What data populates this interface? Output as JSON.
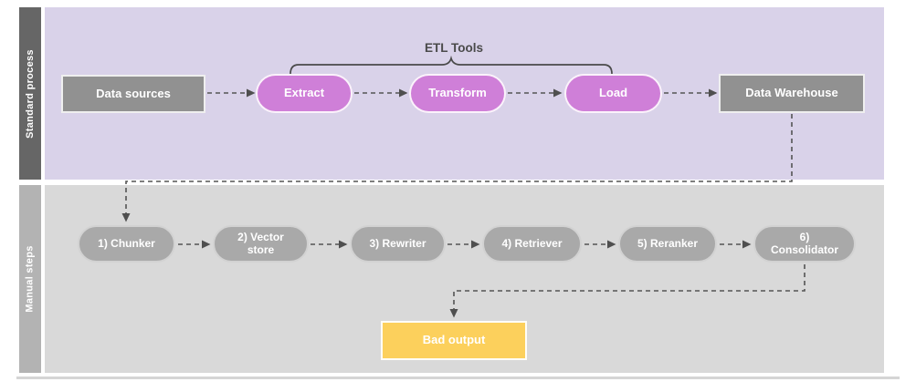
{
  "diagram": {
    "annotation": {
      "etl_tools": "ETL Tools"
    },
    "lanes": [
      {
        "label": "Standard process",
        "nodes": [
          {
            "label": "Data sources",
            "shape": "rect-gray"
          },
          {
            "label": "Extract",
            "shape": "pill-pink"
          },
          {
            "label": "Transform",
            "shape": "pill-pink"
          },
          {
            "label": "Load",
            "shape": "pill-pink"
          },
          {
            "label": "Data Warehouse",
            "shape": "rect-gray"
          }
        ]
      },
      {
        "label": "Manual steps",
        "nodes": [
          {
            "label": "1) Chunker",
            "shape": "pill-gray"
          },
          {
            "label": "2) Vector store",
            "shape": "pill-gray"
          },
          {
            "label": "3) Rewriter",
            "shape": "pill-gray"
          },
          {
            "label": "4) Retriever",
            "shape": "pill-gray"
          },
          {
            "label": "5) Reranker",
            "shape": "pill-gray"
          },
          {
            "label": "6) Consolidator",
            "shape": "pill-gray"
          },
          {
            "label": "Bad output",
            "shape": "rect-yellow"
          }
        ]
      }
    ],
    "edges": [
      {
        "from": "Data sources",
        "to": "Extract",
        "style": "dashed-arrow"
      },
      {
        "from": "Extract",
        "to": "Transform",
        "style": "dashed-arrow"
      },
      {
        "from": "Transform",
        "to": "Load",
        "style": "dashed-arrow"
      },
      {
        "from": "Load",
        "to": "Data Warehouse",
        "style": "dashed-arrow"
      },
      {
        "from": "Data Warehouse",
        "to": "1) Chunker",
        "style": "dashed-arrow-elbow"
      },
      {
        "from": "1) Chunker",
        "to": "2) Vector store",
        "style": "dashed-arrow"
      },
      {
        "from": "2) Vector store",
        "to": "3) Rewriter",
        "style": "dashed-arrow"
      },
      {
        "from": "3) Rewriter",
        "to": "4) Retriever",
        "style": "dashed-arrow"
      },
      {
        "from": "4) Retriever",
        "to": "5) Reranker",
        "style": "dashed-arrow"
      },
      {
        "from": "5) Reranker",
        "to": "6) Consolidator",
        "style": "dashed-arrow"
      },
      {
        "from": "6) Consolidator",
        "to": "Bad output",
        "style": "dashed-arrow-elbow"
      },
      {
        "brace_label": "ETL Tools",
        "brace_over": [
          "Extract",
          "Transform",
          "Load"
        ]
      }
    ],
    "colors": {
      "standard_lane_bar": "#666666",
      "standard_lane_bg": "#d9d2e9",
      "manual_lane_bar": "#b3b3b3",
      "manual_lane_bg": "#d9d9d9",
      "gray_node": "#919191",
      "pink_node": "#cf7fd8",
      "gray_pill": "#a9a9a9",
      "yellow_node": "#fcd05c",
      "connector": "#545454",
      "node_text": "#ffffff"
    }
  }
}
